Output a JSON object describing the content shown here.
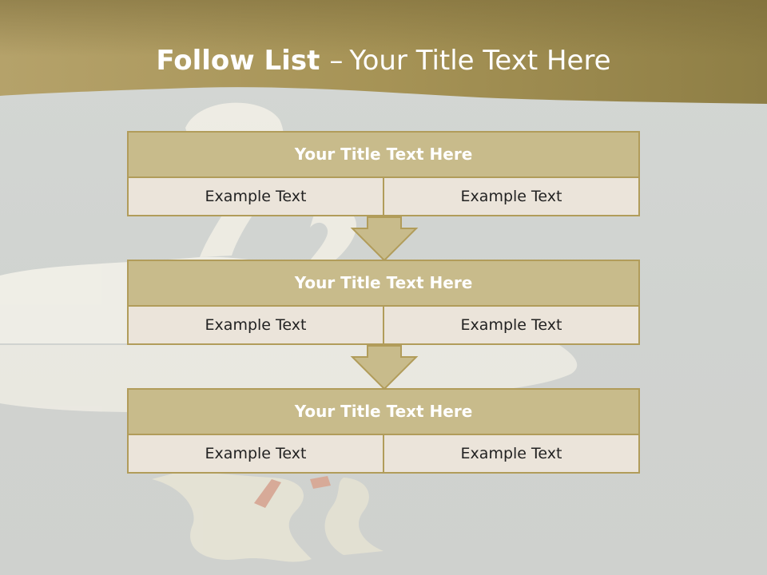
{
  "slide": {
    "title_bold": "Follow List",
    "title_separator": "–",
    "title_rest": "Your Title Text Here"
  },
  "blocks": [
    {
      "title": "Your Title Text Here",
      "left_text": "Example Text",
      "right_text": "Example Text"
    },
    {
      "title": "Your Title Text Here",
      "left_text": "Example Text",
      "right_text": "Example Text"
    },
    {
      "title": "Your Title Text Here",
      "left_text": "Example Text",
      "right_text": "Example Text"
    }
  ],
  "colors": {
    "header_band": "#9a8a4c",
    "block_title_fill": "#c8bb8b",
    "block_border": "#b19c5a",
    "cell_fill": "#ebe4da",
    "arrow_fill": "#c8bb8b",
    "background": "#d2d5d2"
  },
  "icons": {
    "flow_arrow": "down-arrow-icon",
    "background_art": "swan-pair-image"
  }
}
